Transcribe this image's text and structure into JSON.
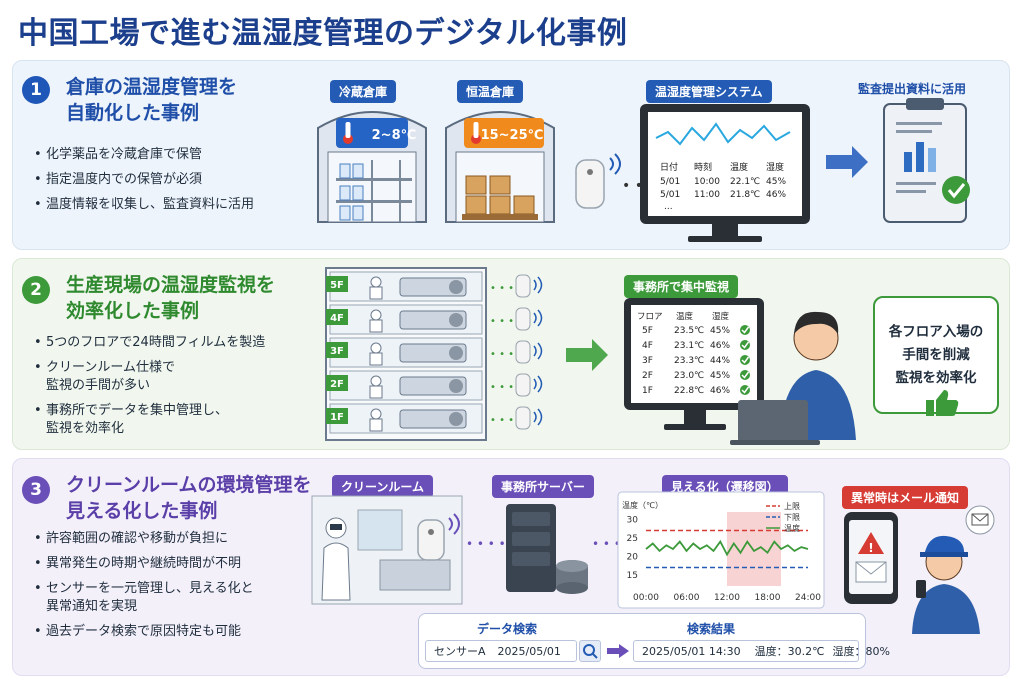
{
  "title": "中国工場で進む温湿度管理のデジタル化事例",
  "cases": [
    {
      "number": "1",
      "title_lines": [
        "倉庫の温湿度管理を",
        "自動化した事例"
      ],
      "bullets": [
        "化学薬品を冷蔵倉庫で保管",
        "指定温度内での保管が必須",
        "温度情報を収集し、監査資料に活用"
      ],
      "warehouses": [
        {
          "label": "冷蔵倉庫",
          "temp": "2~8℃"
        },
        {
          "label": "恒温倉庫",
          "temp": "15~25℃"
        }
      ],
      "system_label": "温湿度管理システム",
      "table": {
        "headers": [
          "日付",
          "時刻",
          "温度",
          "湿度"
        ],
        "rows": [
          [
            "5/01",
            "10:00",
            "22.1℃",
            "45%"
          ],
          [
            "5/01",
            "11:00",
            "21.8℃",
            "46%"
          ]
        ],
        "ellipsis": "..."
      },
      "report_label": "監査提出資料に活用"
    },
    {
      "number": "2",
      "title_lines": [
        "生産現場の温湿度監視を",
        "効率化した事例"
      ],
      "bullets": [
        [
          "5つのフロアで24時間フィルムを製造"
        ],
        [
          "クリーンルーム仕様で",
          "監視の手間が多い"
        ],
        [
          "事務所でデータを集中管理し、",
          "監視を効率化"
        ]
      ],
      "floors": [
        "5F",
        "4F",
        "3F",
        "2F",
        "1F"
      ],
      "monitor_label": "事務所で集中監視",
      "table": {
        "headers": [
          "フロア",
          "温度",
          "湿度"
        ],
        "rows": [
          [
            "5F",
            "23.5℃",
            "45%"
          ],
          [
            "4F",
            "23.1℃",
            "46%"
          ],
          [
            "3F",
            "23.3℃",
            "44%"
          ],
          [
            "2F",
            "23.0℃",
            "45%"
          ],
          [
            "1F",
            "22.8℃",
            "46%"
          ]
        ]
      },
      "bubble_lines": [
        "各フロア入場の",
        "手間を削減",
        "監視を効率化"
      ]
    },
    {
      "number": "3",
      "title_lines": [
        "クリーンルームの環境管理を",
        "見える化した事例"
      ],
      "bullets": [
        [
          "許容範囲の確認や移動が負担に"
        ],
        [
          "異常発生の時期や継続時間が不明"
        ],
        [
          "センサーを一元管理し、見える化と",
          "異常通知を実現"
        ],
        [
          "過去データ検索で原因特定も可能"
        ]
      ],
      "cleanroom_label": "クリーンルーム",
      "server_label": "事務所サーバー",
      "chart_label": "見える化（遷移図）",
      "alert_label": "異常時はメール通知",
      "search": {
        "search_label": "データ検索",
        "result_label": "検索結果",
        "sensor": "センサーA",
        "date": "2025/05/01",
        "result_datetime": "2025/05/01 14:30",
        "result_temp": "温度：30.2℃",
        "result_humidity": "湿度：80%"
      }
    }
  ],
  "chart_data": {
    "type": "line",
    "ylabel": "温度（℃）",
    "ylim": [
      12,
      32
    ],
    "yticks": [
      15,
      20,
      25,
      30
    ],
    "xticks": [
      "00:00",
      "06:00",
      "12:00",
      "18:00",
      "24:00"
    ],
    "legend": [
      "上限",
      "下限",
      "温度"
    ],
    "upper_limit": 27,
    "lower_limit": 17,
    "series": [
      {
        "name": "温度",
        "x": [
          0,
          1,
          2,
          3,
          4,
          5,
          6,
          7,
          8,
          9,
          10,
          11,
          12,
          13,
          14,
          15,
          16,
          17,
          18,
          19,
          20,
          21,
          22,
          23,
          24
        ],
        "values": [
          22,
          23.5,
          21.5,
          23,
          22,
          24,
          21.5,
          23.5,
          22,
          23,
          21.5,
          24,
          20.5,
          23.5,
          21,
          24,
          21.5,
          22.5,
          21,
          24,
          22,
          23,
          21.5,
          22.5,
          22
        ]
      }
    ],
    "highlight_range": [
      12,
      20
    ],
    "colors": {
      "line": "#3c9a3a",
      "upper": "#d63b34",
      "lower": "#245cb5",
      "highlight": "#f8d3d3"
    }
  },
  "colors": {
    "blue": "#1f57b8",
    "green": "#3c9a3a",
    "purple": "#6a4fb8",
    "red": "#d63b34"
  }
}
